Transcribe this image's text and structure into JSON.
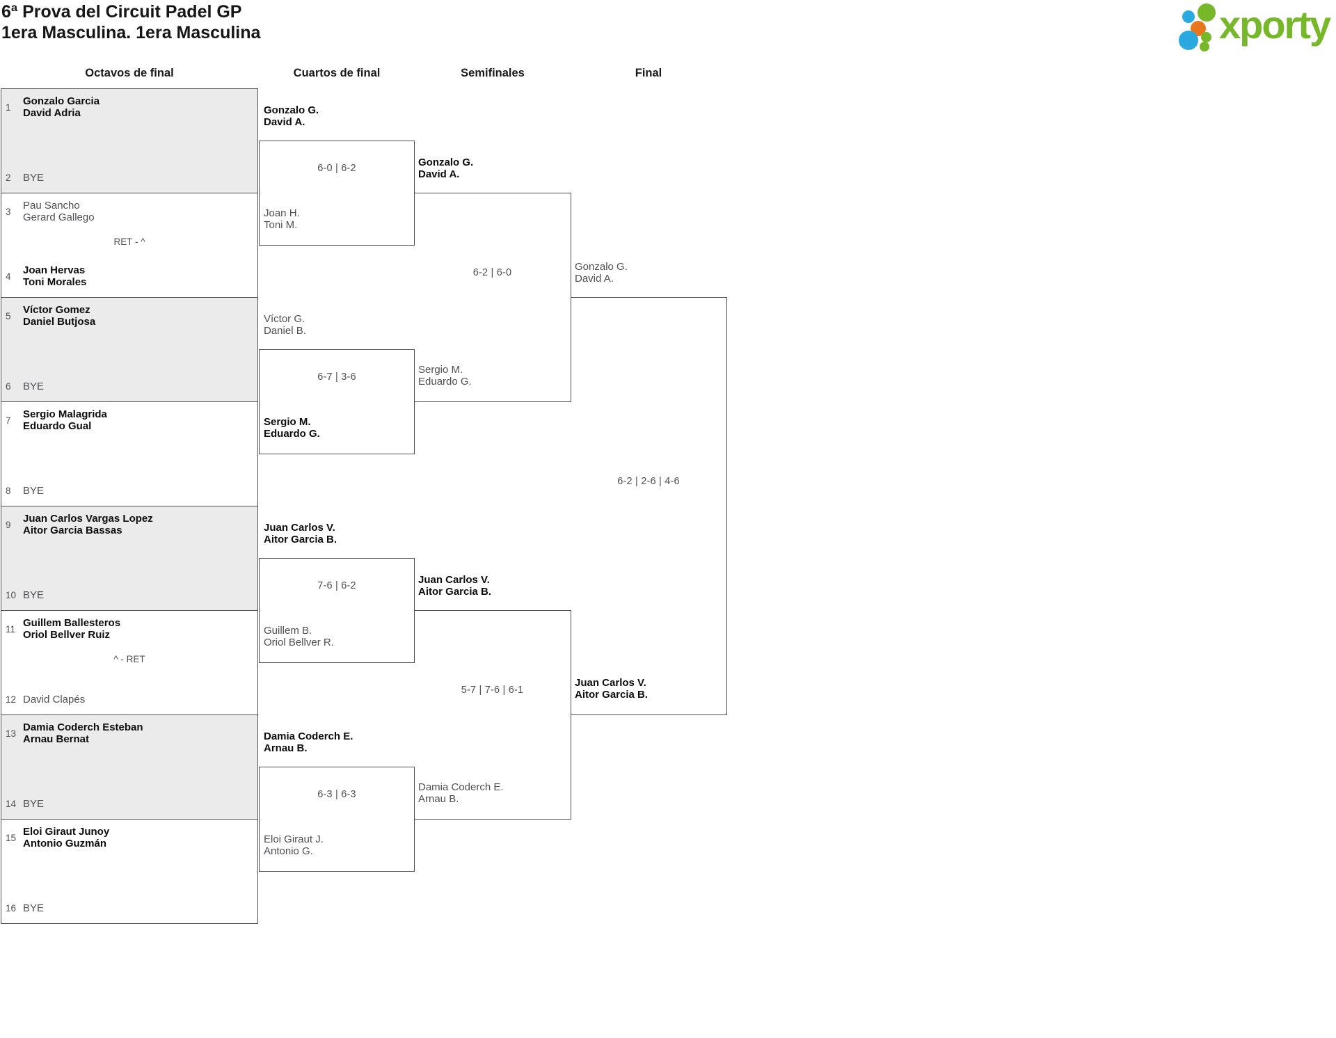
{
  "title": "6ª Prova del Circuit Padel GP",
  "subtitle": "1era Masculina. 1era Masculina",
  "rounds": [
    "Octavos de final",
    "Cuartos de final",
    "Semifinales",
    "Final"
  ],
  "logo": {
    "wordmark": "xporty",
    "green": "#76b82a",
    "blue": "#29a9e0",
    "orange": "#e8761d"
  },
  "colors": {
    "line": "#4c4e52",
    "shaded_box": "#ebebeb",
    "muted_text": "#4d4f53",
    "winner_text": "#0d0d0d"
  },
  "round_of_16": [
    {
      "shaded": true,
      "note": "",
      "top": {
        "seed": "1",
        "lines": [
          "Gonzalo Garcia",
          "David Adria"
        ],
        "winner": true
      },
      "bottom": {
        "seed": "2",
        "lines": [
          "BYE"
        ],
        "winner": false
      }
    },
    {
      "shaded": false,
      "note": "RET - ^",
      "top": {
        "seed": "3",
        "lines": [
          "Pau Sancho",
          "Gerard Gallego"
        ],
        "winner": false
      },
      "bottom": {
        "seed": "4",
        "lines": [
          "Joan Hervas",
          "Toni Morales"
        ],
        "winner": true
      }
    },
    {
      "shaded": true,
      "note": "",
      "top": {
        "seed": "5",
        "lines": [
          "Víctor Gomez",
          "Daniel Butjosa"
        ],
        "winner": true
      },
      "bottom": {
        "seed": "6",
        "lines": [
          "BYE"
        ],
        "winner": false
      }
    },
    {
      "shaded": false,
      "note": "",
      "top": {
        "seed": "7",
        "lines": [
          "Sergio Malagrida",
          "Eduardo Gual"
        ],
        "winner": true
      },
      "bottom": {
        "seed": "8",
        "lines": [
          "BYE"
        ],
        "winner": false
      }
    },
    {
      "shaded": true,
      "note": "",
      "top": {
        "seed": "9",
        "lines": [
          "Juan Carlos Vargas Lopez",
          "Aitor Garcia Bassas"
        ],
        "winner": true
      },
      "bottom": {
        "seed": "10",
        "lines": [
          "BYE"
        ],
        "winner": false
      }
    },
    {
      "shaded": false,
      "note": "^ - RET",
      "top": {
        "seed": "11",
        "lines": [
          "Guillem Ballesteros",
          "Oriol Bellver Ruiz"
        ],
        "winner": true
      },
      "bottom": {
        "seed": "12",
        "lines": [
          "David Clapés"
        ],
        "winner": false
      }
    },
    {
      "shaded": true,
      "note": "",
      "top": {
        "seed": "13",
        "lines": [
          "Damia Coderch Esteban",
          "Arnau Bernat"
        ],
        "winner": true
      },
      "bottom": {
        "seed": "14",
        "lines": [
          "BYE"
        ],
        "winner": false
      }
    },
    {
      "shaded": false,
      "note": "",
      "top": {
        "seed": "15",
        "lines": [
          "Eloi Giraut Junoy",
          "Antonio Guzmán"
        ],
        "winner": true
      },
      "bottom": {
        "seed": "16",
        "lines": [
          "BYE"
        ],
        "winner": false
      }
    }
  ],
  "quarterfinals": [
    {
      "score": "6-0 | 6-2",
      "top": {
        "lines": [
          "Gonzalo G.",
          "David A."
        ],
        "winner": true
      },
      "bottom": {
        "lines": [
          "Joan H.",
          "Toni M."
        ],
        "winner": false
      }
    },
    {
      "score": "6-7 | 3-6",
      "top": {
        "lines": [
          "Víctor G.",
          "Daniel B."
        ],
        "winner": false
      },
      "bottom": {
        "lines": [
          "Sergio M.",
          "Eduardo G."
        ],
        "winner": true
      }
    },
    {
      "score": "7-6 | 6-2",
      "top": {
        "lines": [
          "Juan Carlos V.",
          "Aitor Garcia B."
        ],
        "winner": true
      },
      "bottom": {
        "lines": [
          "Guillem B.",
          "Oriol Bellver R."
        ],
        "winner": false
      }
    },
    {
      "score": "6-3 | 6-3",
      "top": {
        "lines": [
          "Damia Coderch E.",
          "Arnau B."
        ],
        "winner": true
      },
      "bottom": {
        "lines": [
          "Eloi Giraut J.",
          "Antonio G."
        ],
        "winner": false
      }
    }
  ],
  "semifinals": [
    {
      "score": "6-2 | 6-0",
      "top": {
        "lines": [
          "Gonzalo G.",
          "David A."
        ],
        "winner": true
      },
      "bottom": {
        "lines": [
          "Sergio M.",
          "Eduardo G."
        ],
        "winner": false
      }
    },
    {
      "score": "5-7 | 7-6 | 6-1",
      "top": {
        "lines": [
          "Juan Carlos V.",
          "Aitor Garcia B."
        ],
        "winner": true
      },
      "bottom": {
        "lines": [
          "Damia Coderch E.",
          "Arnau B."
        ],
        "winner": false
      }
    }
  ],
  "final": [
    {
      "score": "6-2 | 2-6 | 4-6",
      "top": {
        "lines": [
          "Gonzalo G.",
          "David A."
        ],
        "winner": false
      },
      "bottom": {
        "lines": [
          "Juan Carlos V.",
          "Aitor Garcia B."
        ],
        "winner": true
      }
    }
  ]
}
